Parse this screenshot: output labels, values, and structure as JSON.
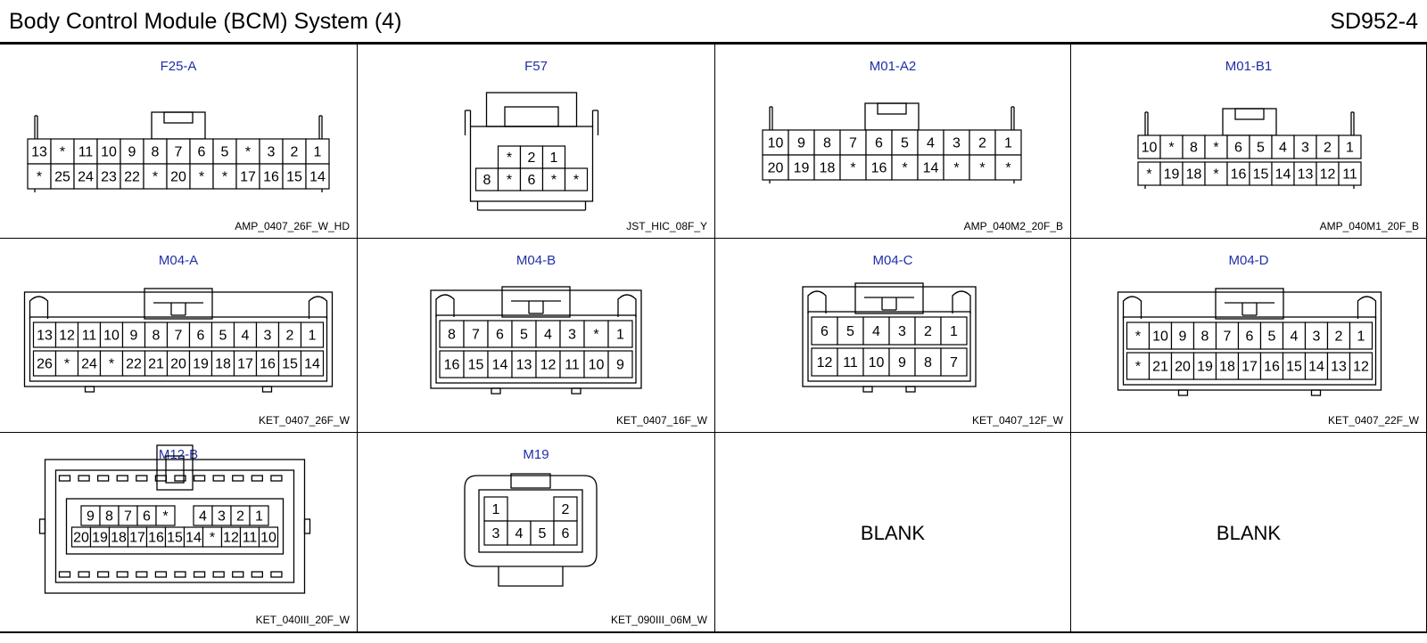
{
  "header": {
    "title": "Body Control Module (BCM) System (4)",
    "code": "SD952-4"
  },
  "connectors": [
    {
      "name": "F25-A",
      "type": "AMP_0407_26F_W_HD",
      "shape": "flat",
      "rows": [
        [
          "13",
          "*",
          "11",
          "10",
          "9",
          "8",
          "7",
          "6",
          "5",
          "*",
          "3",
          "2",
          "1"
        ],
        [
          "*",
          "25",
          "24",
          "23",
          "22",
          "*",
          "20",
          "*",
          "*",
          "17",
          "16",
          "15",
          "14"
        ]
      ]
    },
    {
      "name": "F57",
      "type": "JST_HIC_08F_Y",
      "shape": "hood",
      "rows": [
        [
          "*",
          "2",
          "1"
        ],
        [
          "8",
          "*",
          "6",
          "*",
          "*"
        ]
      ]
    },
    {
      "name": "M01-A2",
      "type": "AMP_040M2_20F_B",
      "shape": "flat",
      "rows": [
        [
          "10",
          "9",
          "8",
          "7",
          "6",
          "5",
          "4",
          "3",
          "2",
          "1"
        ],
        [
          "20",
          "19",
          "18",
          "*",
          "16",
          "*",
          "14",
          "*",
          "*",
          "*"
        ]
      ]
    },
    {
      "name": "M01-B1",
      "type": "AMP_040M1_20F_B",
      "shape": "flat",
      "rows": [
        [
          "10",
          "*",
          "8",
          "*",
          "6",
          "5",
          "4",
          "3",
          "2",
          "1"
        ],
        [
          "*",
          "19",
          "18",
          "*",
          "16",
          "15",
          "14",
          "13",
          "12",
          "11"
        ]
      ]
    },
    {
      "name": "M04-A",
      "type": "KET_0407_26F_W",
      "shape": "ket",
      "rows": [
        [
          "13",
          "12",
          "11",
          "10",
          "9",
          "8",
          "7",
          "6",
          "5",
          "4",
          "3",
          "2",
          "1"
        ],
        [
          "26",
          "*",
          "24",
          "*",
          "22",
          "21",
          "20",
          "19",
          "18",
          "17",
          "16",
          "15",
          "14"
        ]
      ]
    },
    {
      "name": "M04-B",
      "type": "KET_0407_16F_W",
      "shape": "ket",
      "rows": [
        [
          "8",
          "7",
          "6",
          "5",
          "4",
          "3",
          "*",
          "1"
        ],
        [
          "16",
          "15",
          "14",
          "13",
          "12",
          "11",
          "10",
          "9"
        ]
      ]
    },
    {
      "name": "M04-C",
      "type": "KET_0407_12F_W",
      "shape": "ket",
      "rows": [
        [
          "6",
          "5",
          "4",
          "3",
          "2",
          "1"
        ],
        [
          "12",
          "11",
          "10",
          "9",
          "8",
          "7"
        ]
      ]
    },
    {
      "name": "M04-D",
      "type": "KET_0407_22F_W",
      "shape": "ket",
      "rows": [
        [
          "*",
          "10",
          "9",
          "8",
          "7",
          "6",
          "5",
          "4",
          "3",
          "2",
          "1"
        ],
        [
          "*",
          "21",
          "20",
          "19",
          "18",
          "17",
          "16",
          "15",
          "14",
          "13",
          "12"
        ]
      ]
    },
    {
      "name": "M12-B",
      "type": "KET_040III_20F_W",
      "shape": "m12",
      "rows": [
        [
          "9",
          "8",
          "7",
          "6",
          "*",
          "",
          "4",
          "3",
          "2",
          "1"
        ],
        [
          "20",
          "19",
          "18",
          "17",
          "16",
          "15",
          "14",
          "*",
          "12",
          "11",
          "10"
        ]
      ]
    },
    {
      "name": "M19",
      "type": "KET_090III_06M_W",
      "shape": "m19",
      "rows": [
        [
          "1",
          "",
          "",
          "2"
        ],
        [
          "3",
          "4",
          "5",
          "6"
        ]
      ]
    },
    {
      "name": "",
      "type": "",
      "shape": "blank",
      "label": "BLANK",
      "rows": []
    },
    {
      "name": "",
      "type": "",
      "shape": "blank",
      "label": "BLANK",
      "rows": []
    }
  ]
}
